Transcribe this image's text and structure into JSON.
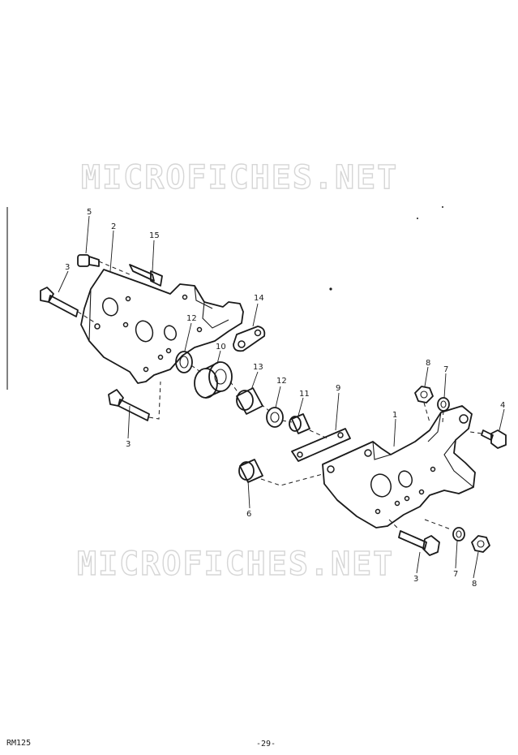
{
  "watermarks": [
    "MICROFICHES.NET",
    "MICROFICHES.NET"
  ],
  "callouts": {
    "c1": "1",
    "c2": "2",
    "c3a": "3",
    "c3b": "3",
    "c3c": "3",
    "c4": "4",
    "c5": "5",
    "c6": "6",
    "c7a": "7",
    "c7b": "7",
    "c8": "8",
    "c9": "9",
    "c10": "10",
    "c11": "11",
    "c12a": "12",
    "c12b": "12",
    "c13": "13",
    "c14": "14",
    "c15": "15"
  },
  "footer": {
    "code": "RM125",
    "page": "-29-"
  }
}
